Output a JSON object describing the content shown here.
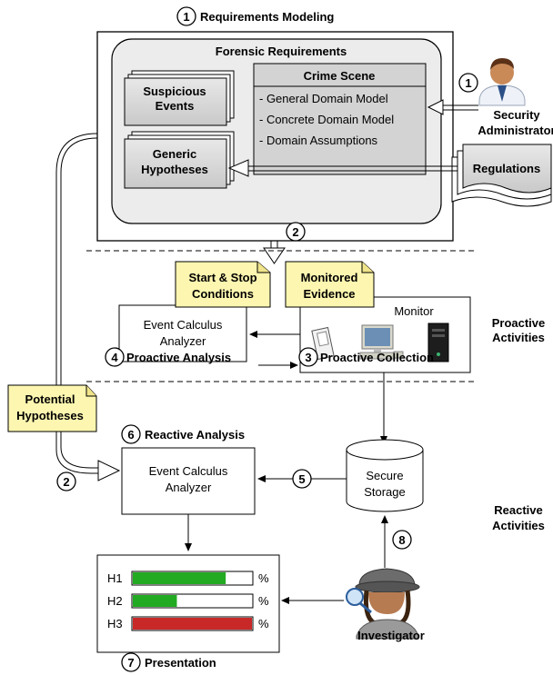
{
  "requirements_modeling": {
    "step": "1",
    "title": "Requirements Modeling",
    "forensic_requirements": "Forensic Requirements",
    "suspicious_events": [
      "Suspicious",
      "Events"
    ],
    "generic_hypotheses": [
      "Generic",
      "Hypotheses"
    ],
    "crime_scene": {
      "title": "Crime Scene",
      "items": [
        "- General Domain Model",
        "- Concrete Domain Model",
        "- Domain Assumptions"
      ]
    }
  },
  "security_admin": {
    "step": "1",
    "label_lines": [
      "Security",
      "Administrator"
    ]
  },
  "regulations": "Regulations",
  "step2_top": "2",
  "proactive": {
    "side_label": [
      "Proactive",
      "Activities"
    ],
    "start_stop": [
      "Start & Stop",
      "Conditions"
    ],
    "monitored_evidence": [
      "Monitored",
      "Evidence"
    ],
    "analyzer": [
      "Event Calculus",
      "Analyzer"
    ],
    "monitor": "Monitor",
    "analysis_step": "4",
    "analysis_label": "Proactive Analysis",
    "collection_step": "3",
    "collection_label": "Proactive Collection"
  },
  "reactive": {
    "side_label": [
      "Reactive",
      "Activities"
    ],
    "potential_hypotheses": [
      "Potential",
      "Hypotheses"
    ],
    "analysis_step": "6",
    "analysis_label": "Reactive Analysis",
    "analyzer": [
      "Event Calculus",
      "Analyzer"
    ],
    "storage": [
      "Secure",
      "Storage"
    ],
    "step5": "5",
    "step2": "2",
    "step8": "8"
  },
  "presentation": {
    "step": "7",
    "label": "Presentation",
    "hypotheses": [
      {
        "name": "H1",
        "fill": 0.78,
        "color": "#22aa22",
        "unit": "%"
      },
      {
        "name": "H2",
        "fill": 0.37,
        "color": "#22aa22",
        "unit": "%"
      },
      {
        "name": "H3",
        "fill": 1.0,
        "color": "#c82828",
        "unit": "%"
      }
    ]
  },
  "investigator": "Investigator"
}
